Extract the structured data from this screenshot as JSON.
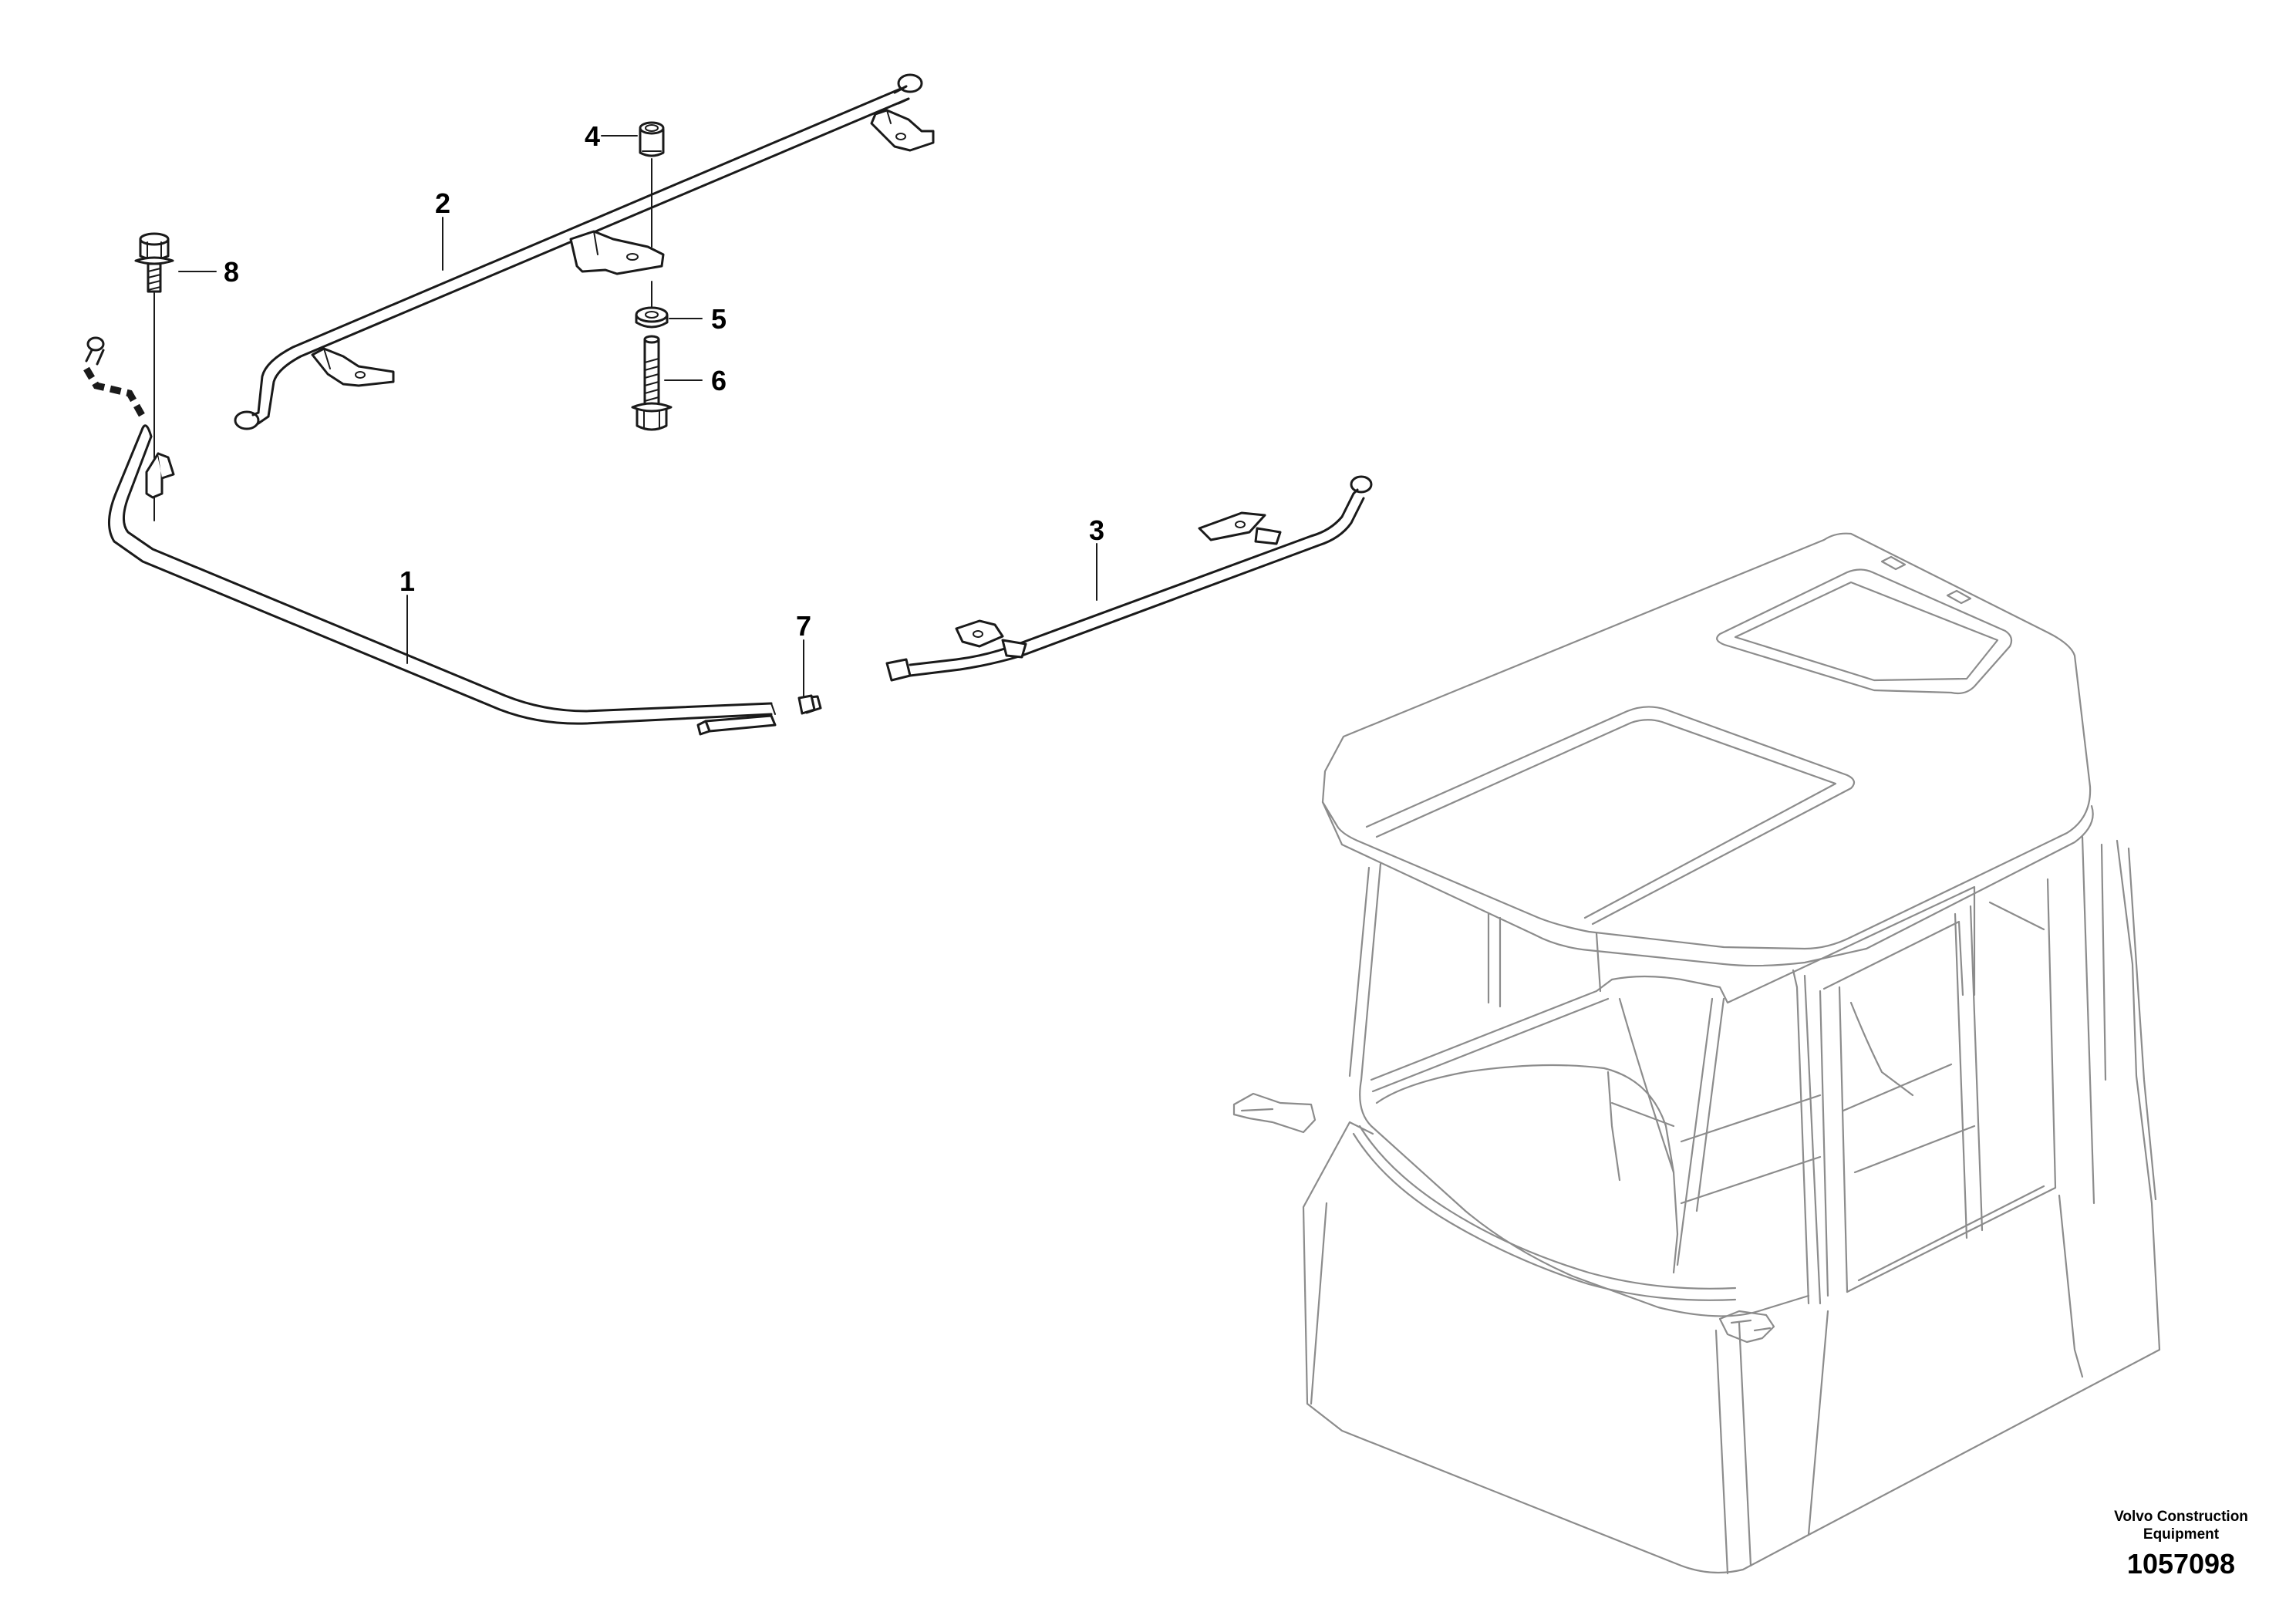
{
  "callouts": [
    {
      "id": "1",
      "label": "1"
    },
    {
      "id": "2",
      "label": "2"
    },
    {
      "id": "3",
      "label": "3"
    },
    {
      "id": "4",
      "label": "4"
    },
    {
      "id": "5",
      "label": "5"
    },
    {
      "id": "6",
      "label": "6"
    },
    {
      "id": "7",
      "label": "7"
    },
    {
      "id": "8",
      "label": "8"
    }
  ],
  "credit": {
    "line1": "Volvo Construction",
    "line2": "Equipment"
  },
  "illustration_number": "1057098"
}
